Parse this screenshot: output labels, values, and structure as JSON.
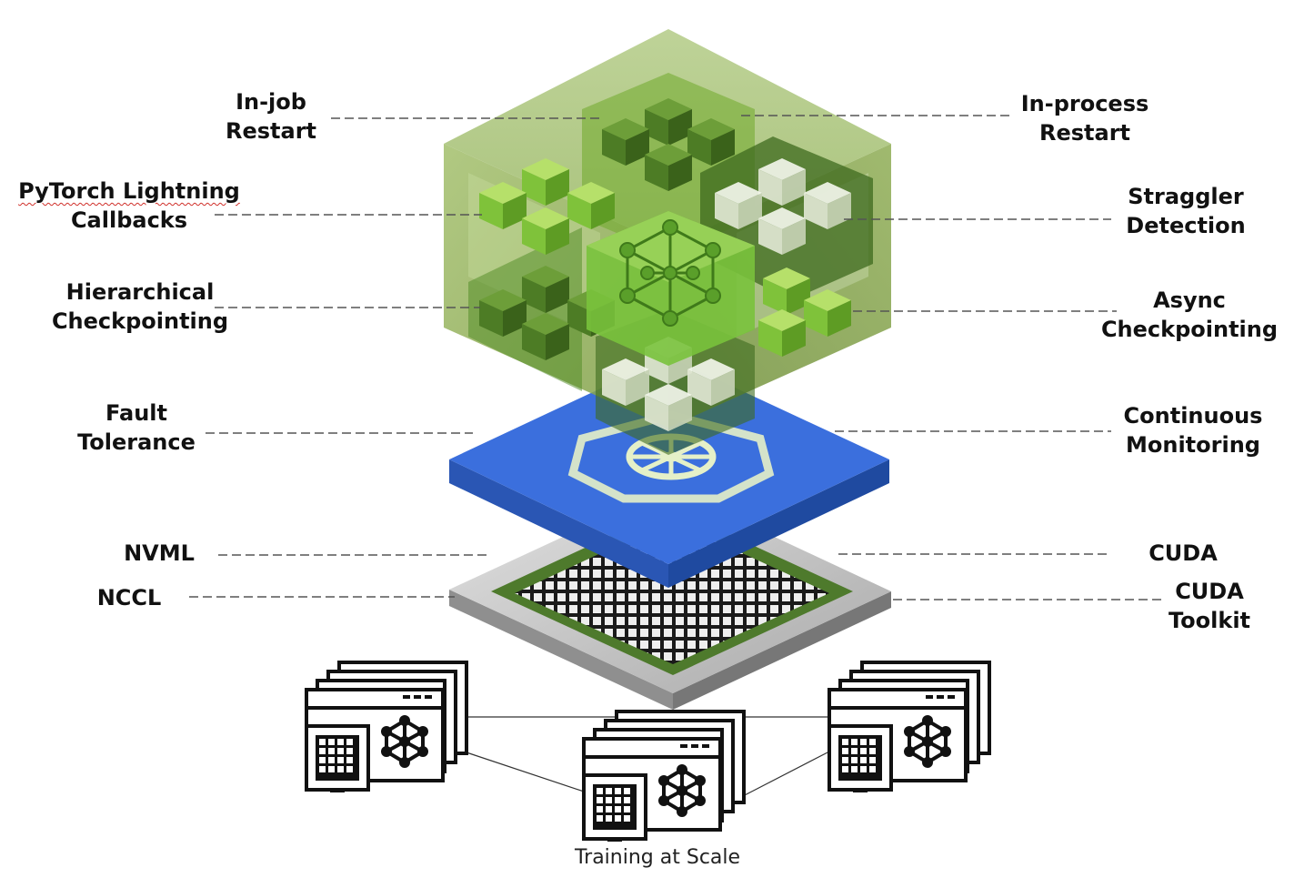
{
  "labels": {
    "in_job_restart": [
      "In-job",
      "Restart"
    ],
    "in_process_restart": [
      "In-process",
      "Restart"
    ],
    "pytorch_lightning_callbacks": [
      "PyTorch Lightning",
      "Callbacks"
    ],
    "straggler_detection": [
      "Straggler",
      "Detection"
    ],
    "hierarchical_checkpointing": [
      "Hierarchical",
      "Checkpointing"
    ],
    "async_checkpointing": [
      "Async",
      "Checkpointing"
    ],
    "fault_tolerance": [
      "Fault",
      "Tolerance"
    ],
    "continuous_monitoring": [
      "Continuous",
      "Monitoring"
    ],
    "nvml": [
      "NVML"
    ],
    "cuda": [
      "CUDA"
    ],
    "nccl": [
      "NCCL"
    ],
    "cuda_toolkit": [
      "CUDA",
      "Toolkit"
    ]
  },
  "caption": "Training at Scale",
  "colors": {
    "cube_green": "#8fb04f",
    "block_green": "#6eb52a",
    "platform_blue": "#3a6fd8",
    "chip_grey": "#bdbdbd",
    "leader_line": "#555555"
  },
  "icons": [
    "cube-cluster",
    "kubernetes-helm-icon",
    "gpu-chip",
    "node-window-icon",
    "neural-network-icon"
  ]
}
